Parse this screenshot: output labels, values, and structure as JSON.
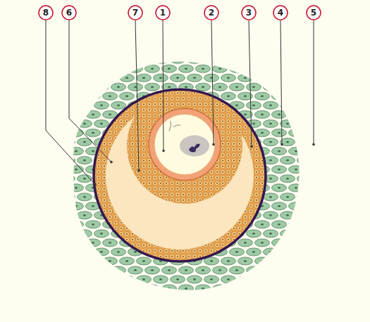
{
  "diagram": {
    "labels": [
      "8",
      "6",
      "7",
      "1",
      "2",
      "3",
      "4",
      "5"
    ]
  }
}
